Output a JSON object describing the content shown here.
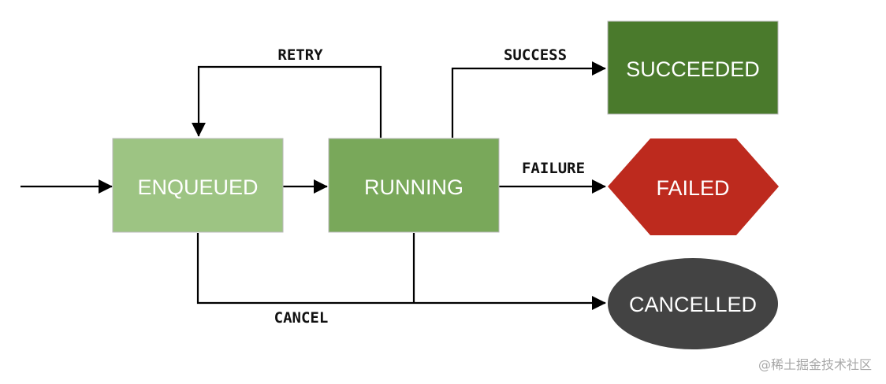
{
  "colors": {
    "enqueued": "#9dc483",
    "running": "#79a85a",
    "succeeded": "#4a7a2c",
    "failed": "#bd2a1e",
    "cancelled": "#434343",
    "line": "#000000"
  },
  "nodes": {
    "enqueued": "ENQUEUED",
    "running": "RUNNING",
    "succeeded": "SUCCEEDED",
    "failed": "FAILED",
    "cancelled": "CANCELLED"
  },
  "edges": {
    "retry": "RETRY",
    "success": "SUCCESS",
    "failure": "FAILURE",
    "cancel": "CANCEL"
  },
  "watermark": "@稀土掘金技术社区"
}
